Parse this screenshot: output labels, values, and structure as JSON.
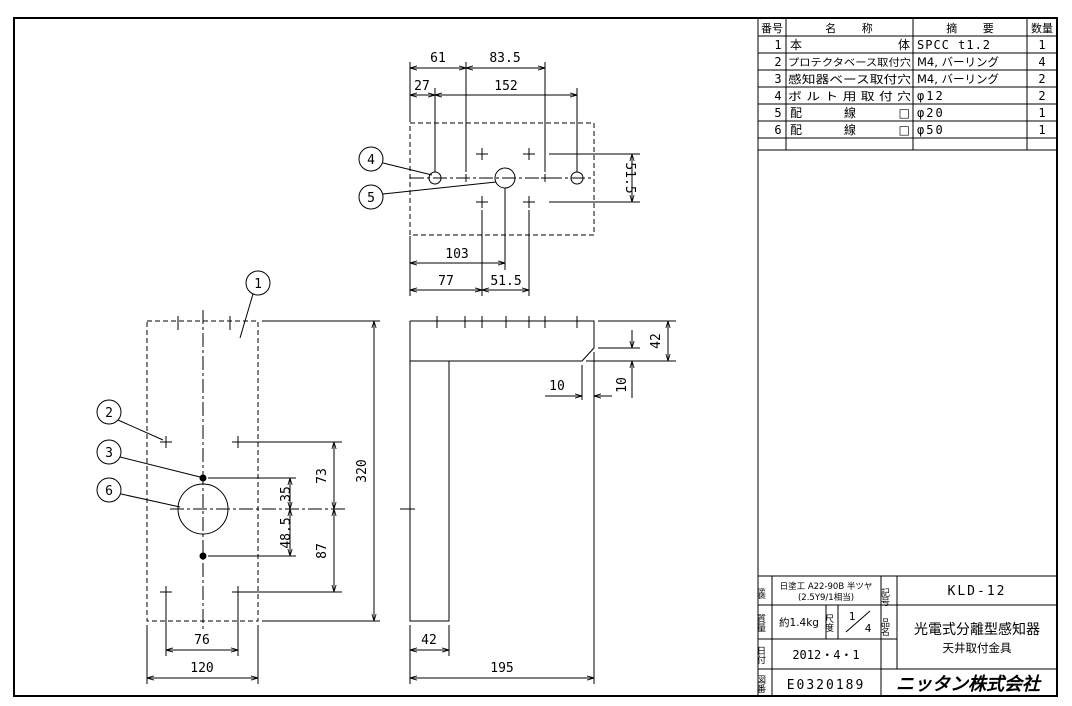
{
  "parts_table": {
    "headers": {
      "no": "番号",
      "name": "名 称",
      "spec": "摘 要",
      "qty": "数量"
    },
    "rows": [
      {
        "no": "1",
        "name": "本",
        "name_right": "体",
        "spec": "SPCC t1.2",
        "qty": "1"
      },
      {
        "no": "2",
        "name": "プロテクタベース取付穴",
        "name_right": "",
        "spec": "M4, バーリング",
        "qty": "4"
      },
      {
        "no": "3",
        "name": "感知器ベース取付穴",
        "name_right": "",
        "spec": "M4, バーリング",
        "qty": "2"
      },
      {
        "no": "4",
        "name": "ボ ル ト 用 取 付 穴",
        "name_right": "",
        "spec": "φ12",
        "qty": "2"
      },
      {
        "no": "5",
        "name": "配",
        "name_right": "線",
        "name_box": "□",
        "spec": "φ20",
        "qty": "1"
      },
      {
        "no": "6",
        "name": "配",
        "name_right": "線",
        "name_box": "□",
        "spec": "φ50",
        "qty": "1"
      }
    ]
  },
  "title_block": {
    "paint_label": "塗装",
    "paint_value_1": "日塗工 A22-90B 半ツヤ",
    "paint_value_2": "(2.5Y9/1相当)",
    "symbol_label": "記号",
    "symbol_value": "KLD-12",
    "mass_label": "質量",
    "mass_value": "約1.4kg",
    "scale_label": "尺度",
    "scale_value_num": "1",
    "scale_value_den": "4",
    "name_label": "品名",
    "product_name_1": "光電式分離型感知器",
    "product_name_2": "天井取付金具",
    "date_label": "日付",
    "date_value": "2012・4・1",
    "drawing_no_label": "図番",
    "drawing_no_value": "E0320189",
    "company": "ニッタン株式会社"
  },
  "dimensions": {
    "top_61": "61",
    "top_83_5": "83.5",
    "top_27": "27",
    "top_152": "152",
    "top_51_5_v": "51.5",
    "top_103": "103",
    "top_77": "77",
    "top_51_5_h": "51.5",
    "front_73": "73",
    "front_320": "320",
    "front_35": "35",
    "front_48_5": "48.5",
    "front_87": "87",
    "front_76": "76",
    "front_120": "120",
    "side_42_v": "42",
    "side_10_h": "10",
    "side_10_v": "10",
    "side_42_h": "42",
    "side_195": "195"
  },
  "balloons": [
    "1",
    "2",
    "3",
    "4",
    "5",
    "6"
  ]
}
